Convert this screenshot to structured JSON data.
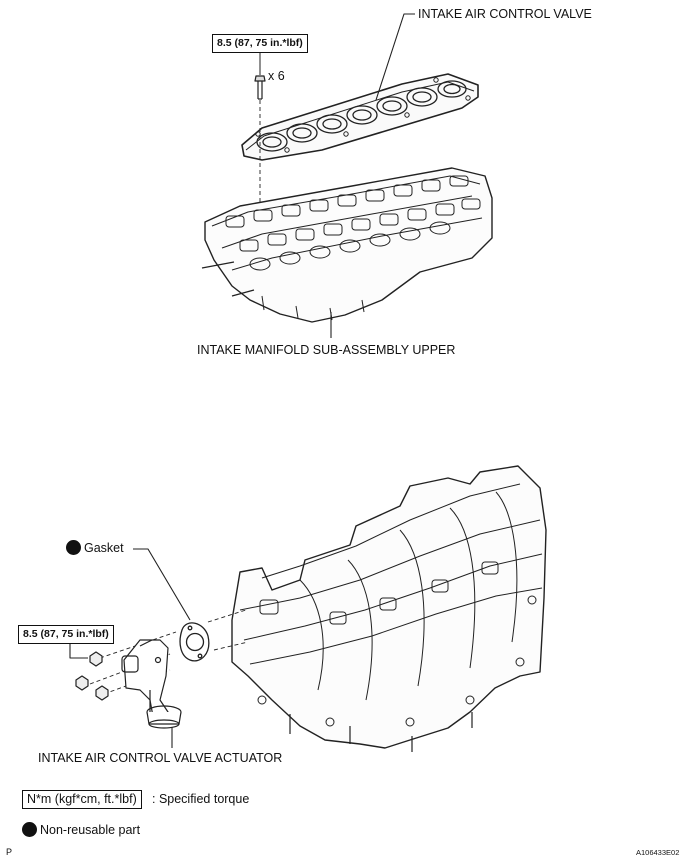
{
  "labels": {
    "intake_air_control_valve": "INTAKE AIR CONTROL VALVE",
    "intake_manifold_upper": "INTAKE MANIFOLD SUB-ASSEMBLY UPPER",
    "bolt_count": "x 6",
    "gasket": "Gasket",
    "actuator": "INTAKE AIR CONTROL VALVE ACTUATOR"
  },
  "torque": {
    "top": "8.5 (87, 75 in.*lbf)",
    "bottom": "8.5 (87, 75 in.*lbf)"
  },
  "legend": {
    "torque_unit": "N*m (kgf*cm, ft.*lbf)",
    "torque_text": ": Specified torque",
    "non_reusable": "Non-reusable part"
  },
  "footer": {
    "left_mark": "P",
    "figure_id": "A106433E02"
  }
}
